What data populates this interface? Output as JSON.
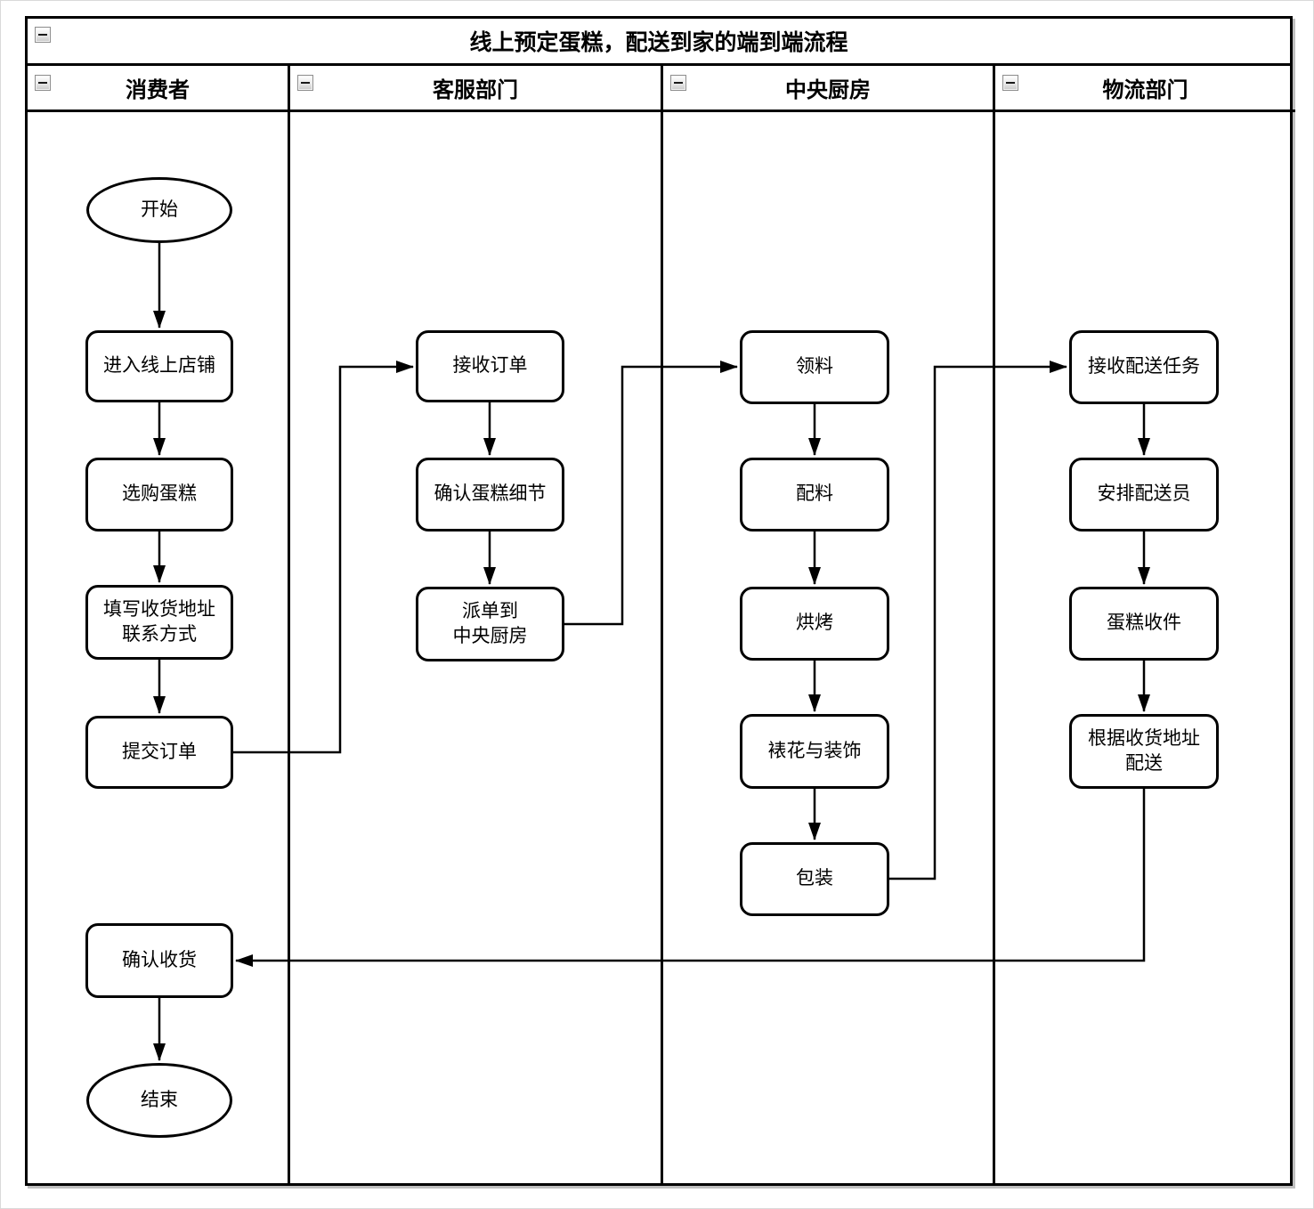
{
  "title": "线上预定蛋糕，配送到家的端到端流程",
  "colors": {
    "line": "#000000",
    "background": "#ffffff"
  },
  "lanes": [
    {
      "label": "消费者",
      "nodes": [
        {
          "label": "开始"
        },
        {
          "label": "进入线上店铺"
        },
        {
          "label": "选购蛋糕"
        },
        {
          "label": "填写收货地址\n联系方式"
        },
        {
          "label": "提交订单"
        },
        {
          "label": "确认收货"
        },
        {
          "label": "结束"
        }
      ]
    },
    {
      "label": "客服部门",
      "nodes": [
        {
          "label": "接收订单"
        },
        {
          "label": "确认蛋糕细节"
        },
        {
          "label": "派单到\n中央厨房"
        }
      ]
    },
    {
      "label": "中央厨房",
      "nodes": [
        {
          "label": "领料"
        },
        {
          "label": "配料"
        },
        {
          "label": "烘烤"
        },
        {
          "label": "裱花与装饰"
        },
        {
          "label": "包装"
        }
      ]
    },
    {
      "label": "物流部门",
      "nodes": [
        {
          "label": "接收配送任务"
        },
        {
          "label": "安排配送员"
        },
        {
          "label": "蛋糕收件"
        },
        {
          "label": "根据收货地址\n配送"
        }
      ]
    }
  ]
}
